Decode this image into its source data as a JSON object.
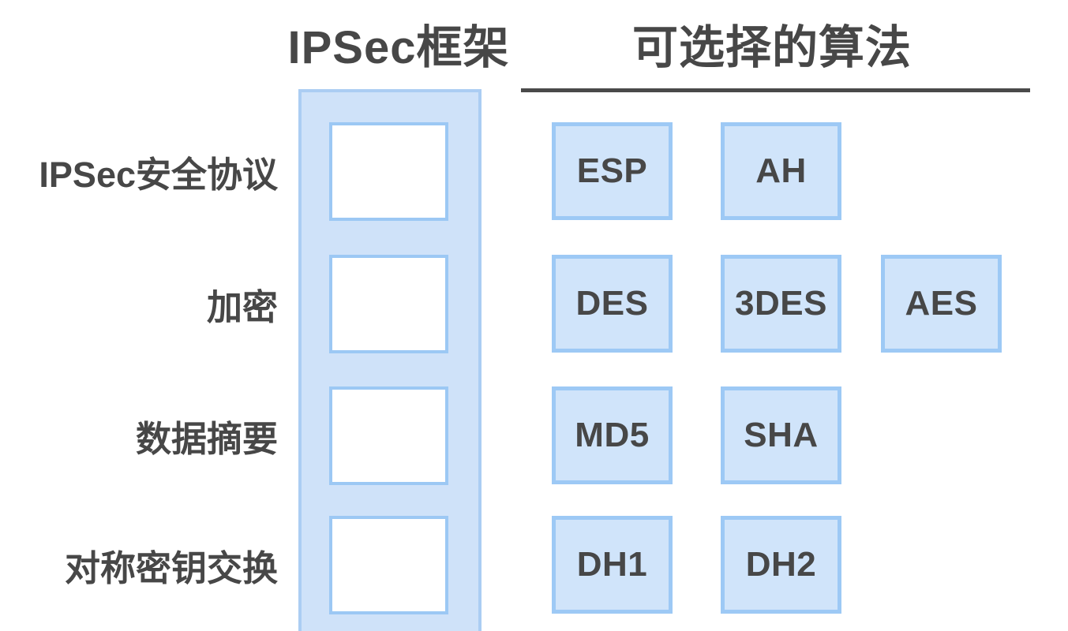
{
  "titles": {
    "framework": "IPSec框架",
    "algorithms": "可选择的算法"
  },
  "rows": [
    {
      "label": "IPSec安全协议",
      "algorithms": [
        "ESP",
        "AH"
      ]
    },
    {
      "label": "加密",
      "algorithms": [
        "DES",
        "3DES",
        "AES"
      ]
    },
    {
      "label": "数据摘要",
      "algorithms": [
        "MD5",
        "SHA"
      ]
    },
    {
      "label": "对称密钥交换",
      "algorithms": [
        "DH1",
        "DH2"
      ]
    }
  ],
  "colors": {
    "box_fill": "#d0e4fa",
    "box_border": "#9dc9f5",
    "frame_fill": "#cfe2f9",
    "frame_border": "#abcdf3",
    "slot_fill": "#ffffff",
    "slot_border": "#9cc8f4",
    "text_dark": "#474747",
    "divider": "#4a4a4a"
  }
}
